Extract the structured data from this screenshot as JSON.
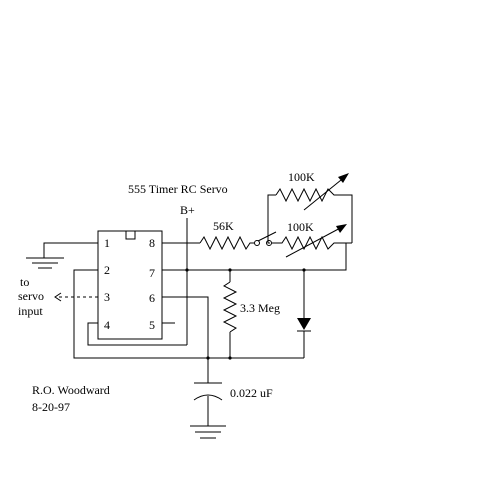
{
  "title": "555 Timer RC Servo",
  "labels": {
    "supply": "B+",
    "r_56k": "56K",
    "pot_top": "100K",
    "pot_bottom": "100K",
    "r_3m3": "3.3 Meg",
    "cap": "0.022 uF",
    "output_line1": "to",
    "output_line2": "servo",
    "output_line3": "input",
    "author": "R.O. Woodward",
    "date": "8-20-97"
  },
  "ic_pins": {
    "p1": "1",
    "p2": "2",
    "p3": "3",
    "p4": "4",
    "p5": "5",
    "p6": "6",
    "p7": "7",
    "p8": "8"
  }
}
